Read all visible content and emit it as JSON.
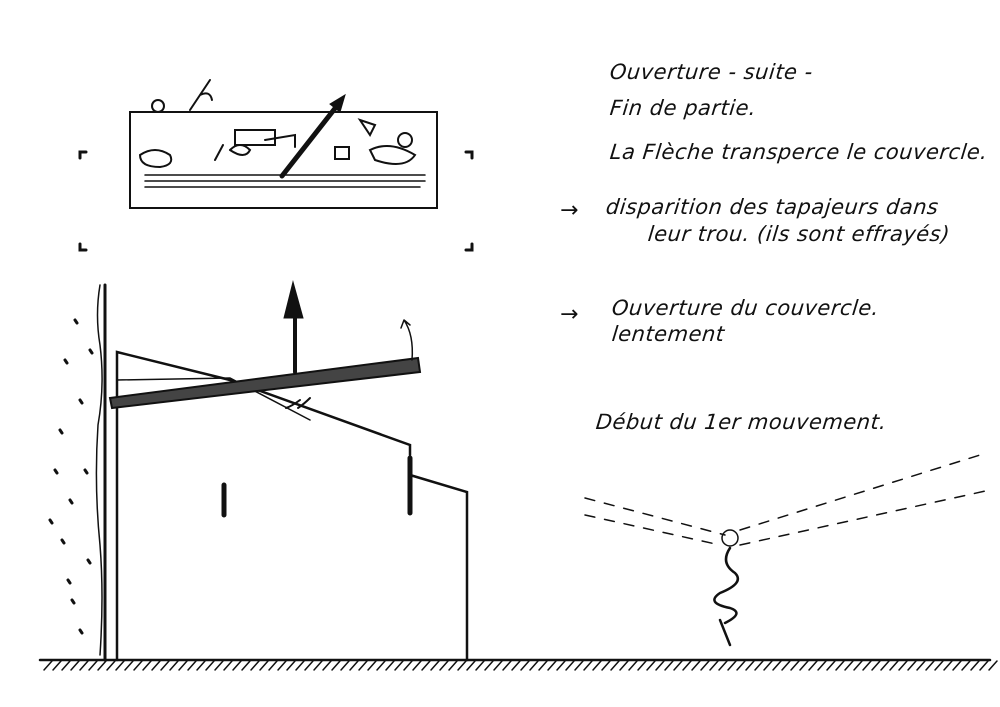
{
  "notes": {
    "line1": "Ouverture - suite -",
    "line2": "Fin de partie.",
    "line3": "La Flèche transperce le couvercle.",
    "line4": "disparition des tapajeurs dans",
    "line5": "leur trou. (ils sont effrayés)",
    "line6": "Ouverture du couvercle.",
    "line7": "lentement",
    "line8": "Début du 1er mouvement."
  },
  "arrow_glyph": "→",
  "ink_color": "#111111"
}
